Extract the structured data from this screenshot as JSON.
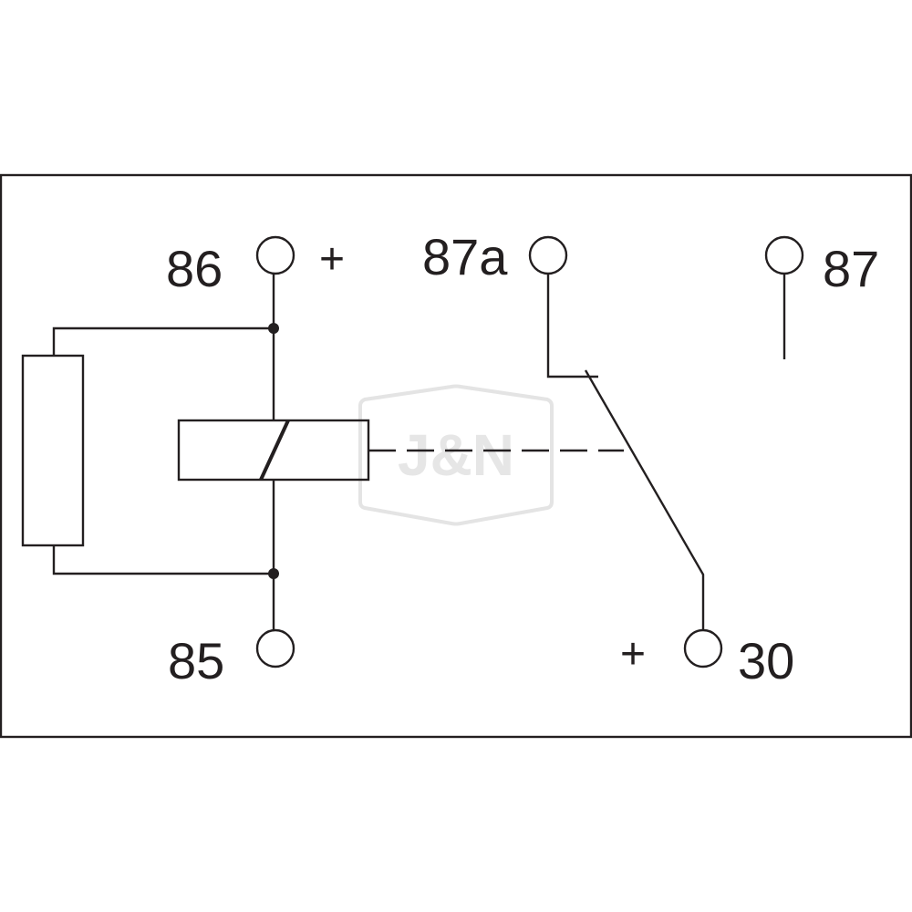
{
  "diagram": {
    "terminals": {
      "t86": {
        "label": "86",
        "polarity": "+"
      },
      "t85": {
        "label": "85"
      },
      "t87a": {
        "label": "87a"
      },
      "t87": {
        "label": "87"
      },
      "t30": {
        "label": "30",
        "polarity": "+"
      }
    },
    "watermark": {
      "text": "J&N"
    },
    "colors": {
      "line": "#231f20",
      "background": "#ffffff",
      "watermark": "#e6e6e6"
    }
  }
}
